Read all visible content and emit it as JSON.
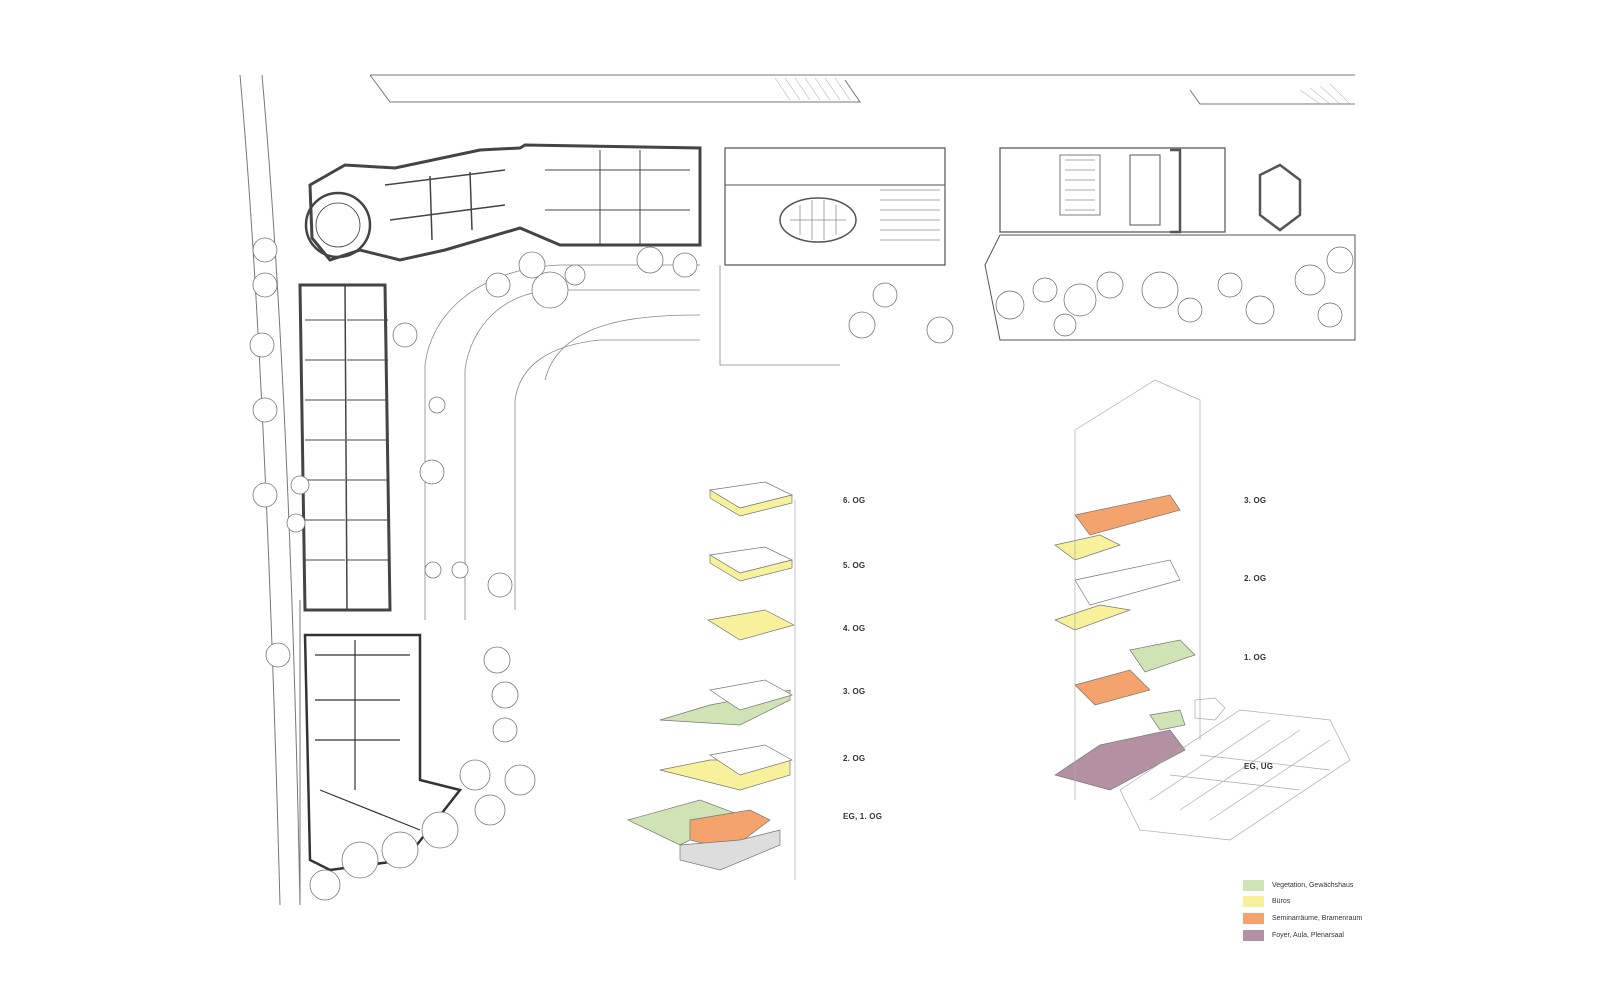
{
  "colors": {
    "line": "#555555",
    "wall": "#444444",
    "vegetation": "#cfe3b5",
    "offices": "#f6f19a",
    "seminar": "#f5a36d",
    "foyer": "#b391a3"
  },
  "legend": {
    "items": [
      {
        "label": "Vegetation, Gewächshaus",
        "color": "#cfe3b5"
      },
      {
        "label": "Büros",
        "color": "#f6f19a"
      },
      {
        "label": "Seminarräume, Bramenraum",
        "color": "#f5a36d"
      },
      {
        "label": "Foyer, Aula, Plenarsaal",
        "color": "#b391a3"
      }
    ]
  },
  "left_axonometric": {
    "levels": [
      "6. OG",
      "5. OG",
      "4. OG",
      "3. OG",
      "2. OG",
      "EG, 1. OG"
    ]
  },
  "right_axonometric": {
    "levels": [
      "3. OG",
      "2. OG",
      "1. OG",
      "EG, UG"
    ]
  }
}
